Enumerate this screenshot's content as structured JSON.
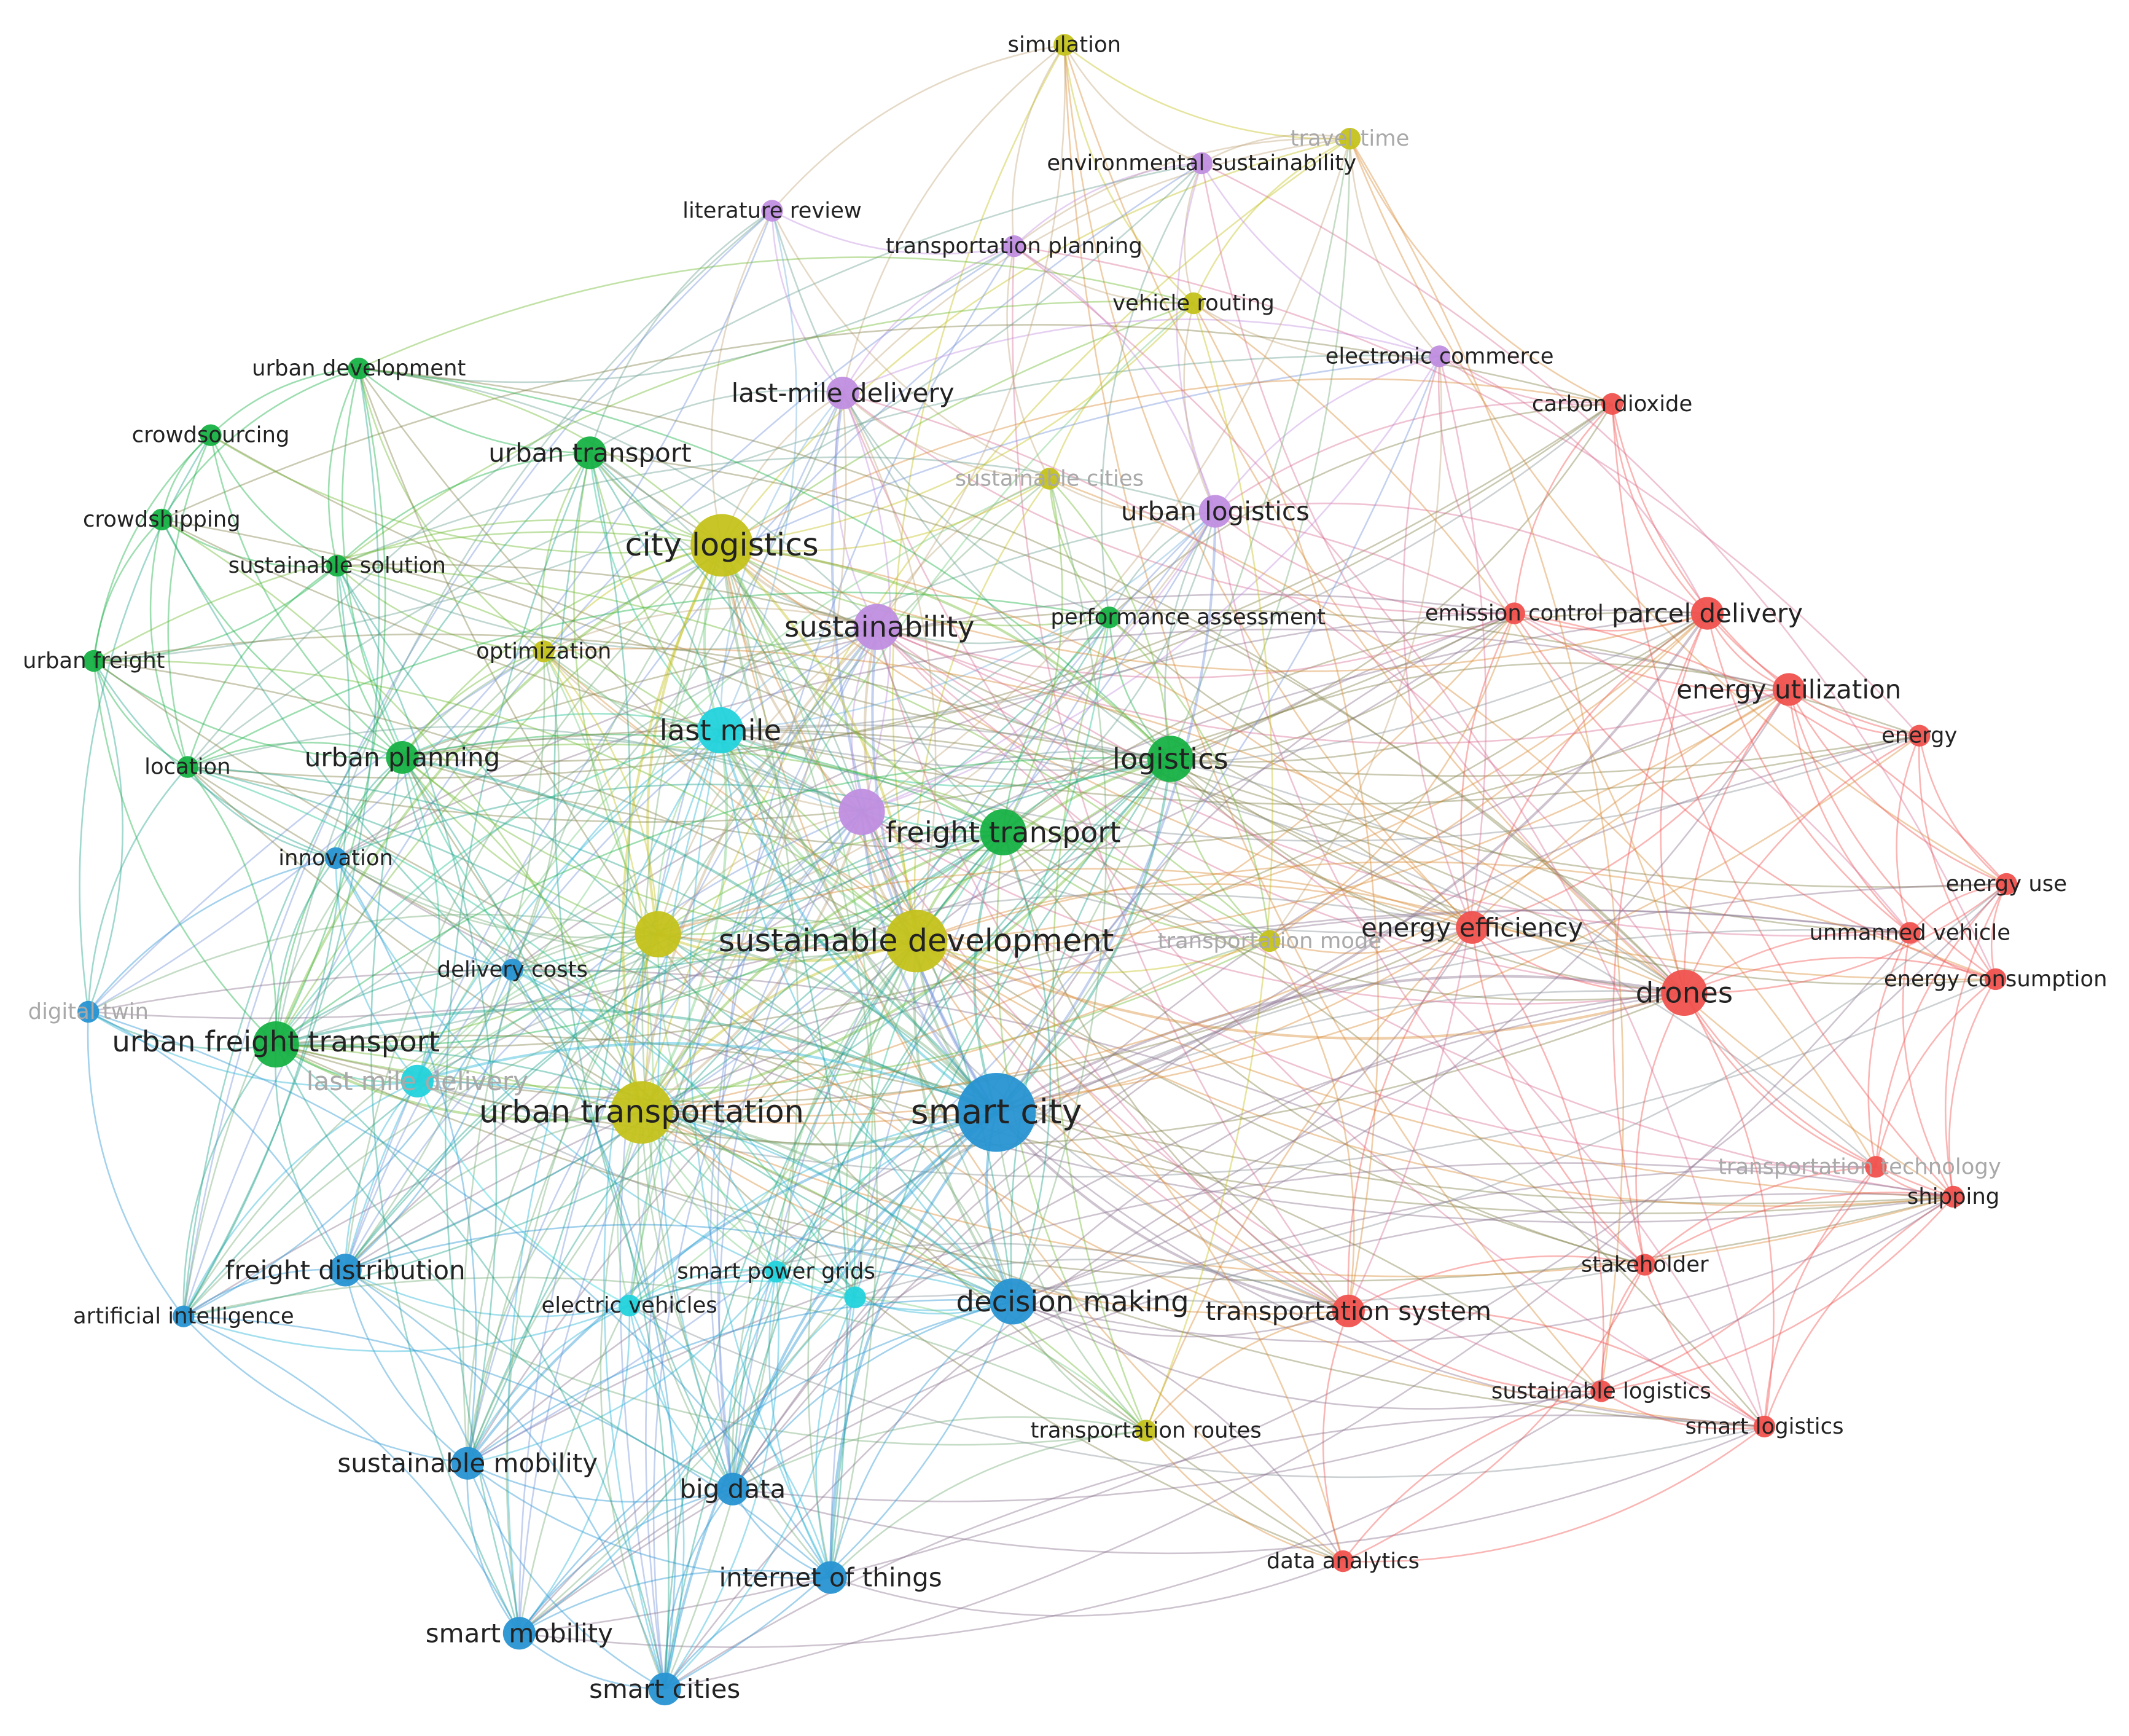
{
  "colors": {
    "red": "#f0524e",
    "green": "#17b145",
    "blue": "#2794d2",
    "yellow": "#c4c21b",
    "purple": "#c08ee0",
    "cyan": "#23d3dc"
  },
  "nodes": [
    {
      "id": "simulation",
      "label": "simulation",
      "cluster": "yellow",
      "weight": 1,
      "faded": false
    },
    {
      "id": "travel-time",
      "label": "travel time",
      "cluster": "yellow",
      "weight": 1,
      "faded": true
    },
    {
      "id": "environmental-sustainability",
      "label": "environmental sustainability",
      "cluster": "purple",
      "weight": 1,
      "faded": false
    },
    {
      "id": "literature-review",
      "label": "literature review",
      "cluster": "purple",
      "weight": 1,
      "faded": false
    },
    {
      "id": "transportation-planning",
      "label": "transportation planning",
      "cluster": "purple",
      "weight": 1,
      "faded": false
    },
    {
      "id": "vehicle-routing",
      "label": "vehicle routing",
      "cluster": "yellow",
      "weight": 1,
      "faded": false
    },
    {
      "id": "electronic-commerce",
      "label": "electronic commerce",
      "cluster": "purple",
      "weight": 1,
      "faded": false
    },
    {
      "id": "urban-development",
      "label": "urban development",
      "cluster": "green",
      "weight": 1,
      "faded": false
    },
    {
      "id": "last-mile-delivery",
      "label": "last-mile delivery",
      "cluster": "purple",
      "weight": 2,
      "faded": false
    },
    {
      "id": "carbon-dioxide",
      "label": "carbon dioxide",
      "cluster": "red",
      "weight": 1,
      "faded": false
    },
    {
      "id": "crowdsourcing",
      "label": "crowdsourcing",
      "cluster": "green",
      "weight": 1,
      "faded": false
    },
    {
      "id": "urban-transport",
      "label": "urban transport",
      "cluster": "green",
      "weight": 2,
      "faded": false
    },
    {
      "id": "sustainable-cities",
      "label": "sustainable cities",
      "cluster": "yellow",
      "weight": 1,
      "faded": true
    },
    {
      "id": "urban-logistics",
      "label": "urban logistics",
      "cluster": "purple",
      "weight": 2,
      "faded": false
    },
    {
      "id": "crowdshipping",
      "label": "crowdshipping",
      "cluster": "green",
      "weight": 1,
      "faded": false
    },
    {
      "id": "city-logistics",
      "label": "city logistics",
      "cluster": "yellow",
      "weight": 4,
      "faded": false
    },
    {
      "id": "sustainable-solution",
      "label": "sustainable solution",
      "cluster": "green",
      "weight": 1,
      "faded": false
    },
    {
      "id": "emission-control",
      "label": "emission control",
      "cluster": "red",
      "weight": 1,
      "faded": false
    },
    {
      "id": "parcel-delivery",
      "label": "parcel delivery",
      "cluster": "red",
      "weight": 2,
      "faded": false
    },
    {
      "id": "sustainability",
      "label": "sustainability",
      "cluster": "purple",
      "weight": 3,
      "faded": false
    },
    {
      "id": "performance-assessment",
      "label": "performance assessment",
      "cluster": "green",
      "weight": 1,
      "faded": false
    },
    {
      "id": "urban-freight",
      "label": "urban freight",
      "cluster": "green",
      "weight": 1,
      "faded": false
    },
    {
      "id": "optimization",
      "label": "optimization",
      "cluster": "yellow",
      "weight": 1,
      "faded": false
    },
    {
      "id": "energy-utilization",
      "label": "energy utilization",
      "cluster": "red",
      "weight": 2,
      "faded": false
    },
    {
      "id": "last-mile",
      "label": "last mile",
      "cluster": "cyan",
      "weight": 3,
      "faded": false
    },
    {
      "id": "energy",
      "label": "energy",
      "cluster": "red",
      "weight": 1,
      "faded": false
    },
    {
      "id": "urban-planning",
      "label": "urban planning",
      "cluster": "green",
      "weight": 2,
      "faded": false
    },
    {
      "id": "logistics",
      "label": "logistics",
      "cluster": "green",
      "weight": 3,
      "faded": false
    },
    {
      "id": "location",
      "label": "location",
      "cluster": "green",
      "weight": 1,
      "faded": false
    },
    {
      "id": "purple-unlabeled",
      "label": "",
      "cluster": "purple",
      "weight": 3,
      "faded": false
    },
    {
      "id": "freight-transport",
      "label": "freight transport",
      "cluster": "green",
      "weight": 3,
      "faded": false
    },
    {
      "id": "innovation",
      "label": "innovation",
      "cluster": "blue",
      "weight": 1,
      "faded": false
    },
    {
      "id": "energy-use",
      "label": "energy use",
      "cluster": "red",
      "weight": 1,
      "faded": false
    },
    {
      "id": "yellow-unlabeled",
      "label": "",
      "cluster": "yellow",
      "weight": 3,
      "faded": false
    },
    {
      "id": "sustainable-development",
      "label": "sustainable development",
      "cluster": "yellow",
      "weight": 4,
      "faded": false
    },
    {
      "id": "transportation-mode",
      "label": "transportation mode",
      "cluster": "yellow",
      "weight": 1,
      "faded": true
    },
    {
      "id": "energy-efficiency",
      "label": "energy efficiency",
      "cluster": "red",
      "weight": 2,
      "faded": false
    },
    {
      "id": "unmanned-vehicle",
      "label": "unmanned vehicle",
      "cluster": "red",
      "weight": 1,
      "faded": false
    },
    {
      "id": "delivery-costs",
      "label": "delivery costs",
      "cluster": "blue",
      "weight": 1,
      "faded": false
    },
    {
      "id": "energy-consumption",
      "label": "energy consumption",
      "cluster": "red",
      "weight": 1,
      "faded": false
    },
    {
      "id": "digital-twin",
      "label": "digital twin",
      "cluster": "blue",
      "weight": 1,
      "faded": true
    },
    {
      "id": "drones",
      "label": "drones",
      "cluster": "red",
      "weight": 3,
      "faded": false
    },
    {
      "id": "urban-freight-transport",
      "label": "urban freight transport",
      "cluster": "green",
      "weight": 3,
      "faded": false
    },
    {
      "id": "last-mile-delivery-2",
      "label": "last mile delivery",
      "cluster": "cyan",
      "weight": 2,
      "faded": true
    },
    {
      "id": "urban-transportation",
      "label": "urban transportation",
      "cluster": "yellow",
      "weight": 4,
      "faded": false
    },
    {
      "id": "smart-city",
      "label": "smart city",
      "cluster": "blue",
      "weight": 5,
      "faded": false
    },
    {
      "id": "transportation-technology",
      "label": "transportation technology",
      "cluster": "red",
      "weight": 1,
      "faded": true
    },
    {
      "id": "shipping",
      "label": "shipping",
      "cluster": "red",
      "weight": 1,
      "faded": false
    },
    {
      "id": "stakeholder",
      "label": "stakeholder",
      "cluster": "red",
      "weight": 1,
      "faded": false
    },
    {
      "id": "freight-distribution",
      "label": "freight distribution",
      "cluster": "blue",
      "weight": 2,
      "faded": false
    },
    {
      "id": "smart-power-grids",
      "label": "smart power grids",
      "cluster": "cyan",
      "weight": 1,
      "faded": false
    },
    {
      "id": "cyan-unlabeled",
      "label": "",
      "cluster": "cyan",
      "weight": 1,
      "faded": false
    },
    {
      "id": "decision-making",
      "label": "decision making",
      "cluster": "blue",
      "weight": 3,
      "faded": false
    },
    {
      "id": "transportation-system",
      "label": "transportation system",
      "cluster": "red",
      "weight": 2,
      "faded": false
    },
    {
      "id": "artificial-intelligence",
      "label": "artificial intelligence",
      "cluster": "blue",
      "weight": 1,
      "faded": false
    },
    {
      "id": "electric-vehicles",
      "label": "electric vehicles",
      "cluster": "cyan",
      "weight": 1,
      "faded": false
    },
    {
      "id": "sustainable-logistics",
      "label": "sustainable logistics",
      "cluster": "red",
      "weight": 1,
      "faded": false
    },
    {
      "id": "smart-logistics",
      "label": "smart logistics",
      "cluster": "red",
      "weight": 1,
      "faded": false
    },
    {
      "id": "transportation-routes",
      "label": "transportation routes",
      "cluster": "yellow",
      "weight": 1,
      "faded": false
    },
    {
      "id": "sustainable-mobility",
      "label": "sustainable mobility",
      "cluster": "blue",
      "weight": 2,
      "faded": false
    },
    {
      "id": "big-data",
      "label": "big data",
      "cluster": "blue",
      "weight": 2,
      "faded": false
    },
    {
      "id": "data-analytics",
      "label": "data analytics",
      "cluster": "red",
      "weight": 1,
      "faded": false
    },
    {
      "id": "internet-of-things",
      "label": "internet of things",
      "cluster": "blue",
      "weight": 2,
      "faded": false
    },
    {
      "id": "smart-mobility",
      "label": "smart mobility",
      "cluster": "blue",
      "weight": 2,
      "faded": false
    },
    {
      "id": "smart-cities",
      "label": "smart cities",
      "cluster": "blue",
      "weight": 2,
      "faded": false
    }
  ]
}
